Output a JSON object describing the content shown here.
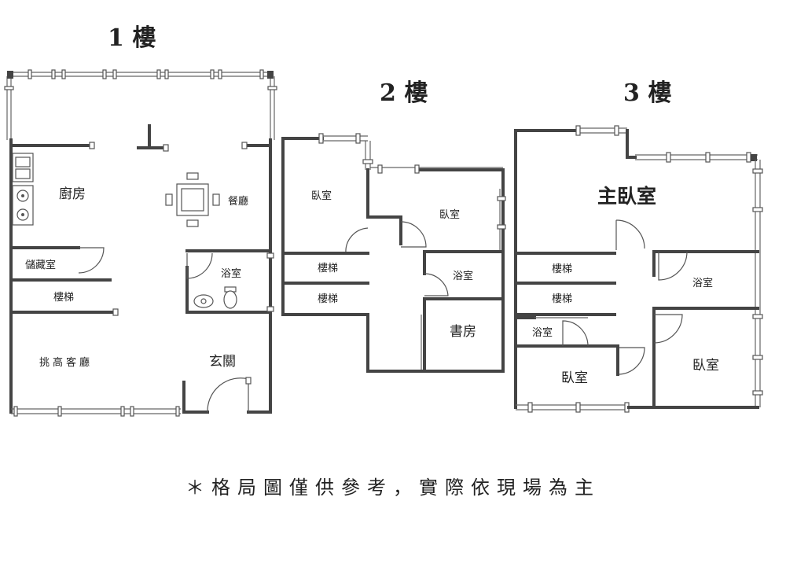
{
  "floors": {
    "f1": {
      "title": "1 樓",
      "rooms": {
        "kitchen": "廚房",
        "dining": "餐廳",
        "storage": "儲藏室",
        "bath": "浴室",
        "stairs": "樓梯",
        "living": "挑高客廳",
        "foyer": "玄關"
      }
    },
    "f2": {
      "title": "2 樓",
      "rooms": {
        "bedroom_a": "臥室",
        "bedroom_b": "臥室",
        "stairs_a": "樓梯",
        "stairs_b": "樓梯",
        "bath": "浴室",
        "study": "書房"
      }
    },
    "f3": {
      "title": "3 樓",
      "rooms": {
        "master": "主臥室",
        "stairs_a": "樓梯",
        "stairs_b": "樓梯",
        "bath_a": "浴室",
        "bath_b": "浴室",
        "bedroom_a": "臥室",
        "bedroom_b": "臥室"
      }
    }
  },
  "disclaimer": "＊格局圖僅供參考，實際依現場為主"
}
